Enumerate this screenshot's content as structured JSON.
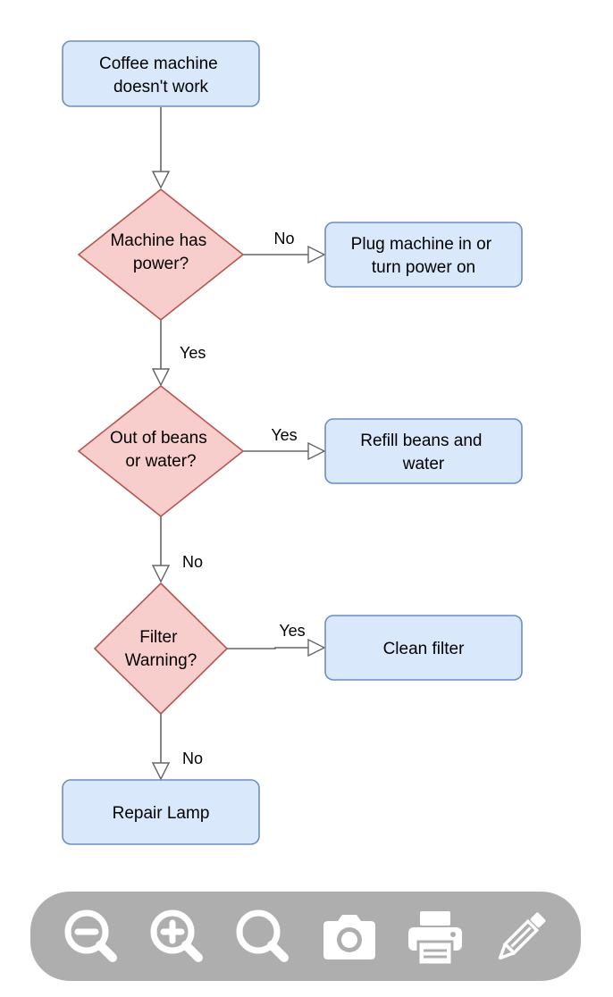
{
  "diagram": {
    "nodes": {
      "start": [
        "Coffee machine",
        "doesn't work"
      ],
      "power_q": [
        "Machine has",
        "power?"
      ],
      "plug_in": [
        "Plug machine in or",
        "turn power on"
      ],
      "beans_q": [
        "Out of beans",
        "or water?"
      ],
      "refill": [
        "Refill beans and",
        "water"
      ],
      "filter_q": [
        "Filter",
        "Warning?"
      ],
      "clean": [
        "Clean filter"
      ],
      "repair": [
        "Repair Lamp"
      ]
    },
    "edges": {
      "power_no": "No",
      "power_yes": "Yes",
      "beans_yes": "Yes",
      "beans_no": "No",
      "filter_yes": "Yes",
      "filter_no": "No"
    },
    "colors": {
      "process_fill": "#dae8fc",
      "process_stroke": "#6c8ebf",
      "decision_fill": "#f8cecc",
      "decision_stroke": "#b85450",
      "edge_stroke": "#666666",
      "toolbar_bg": "#aeaeae",
      "icon": "#ffffff"
    }
  },
  "toolbar": {
    "tools": [
      "zoom-out-icon",
      "zoom-in-icon",
      "zoom-fit-icon",
      "camera-icon",
      "printer-icon",
      "pencil-icon"
    ]
  }
}
